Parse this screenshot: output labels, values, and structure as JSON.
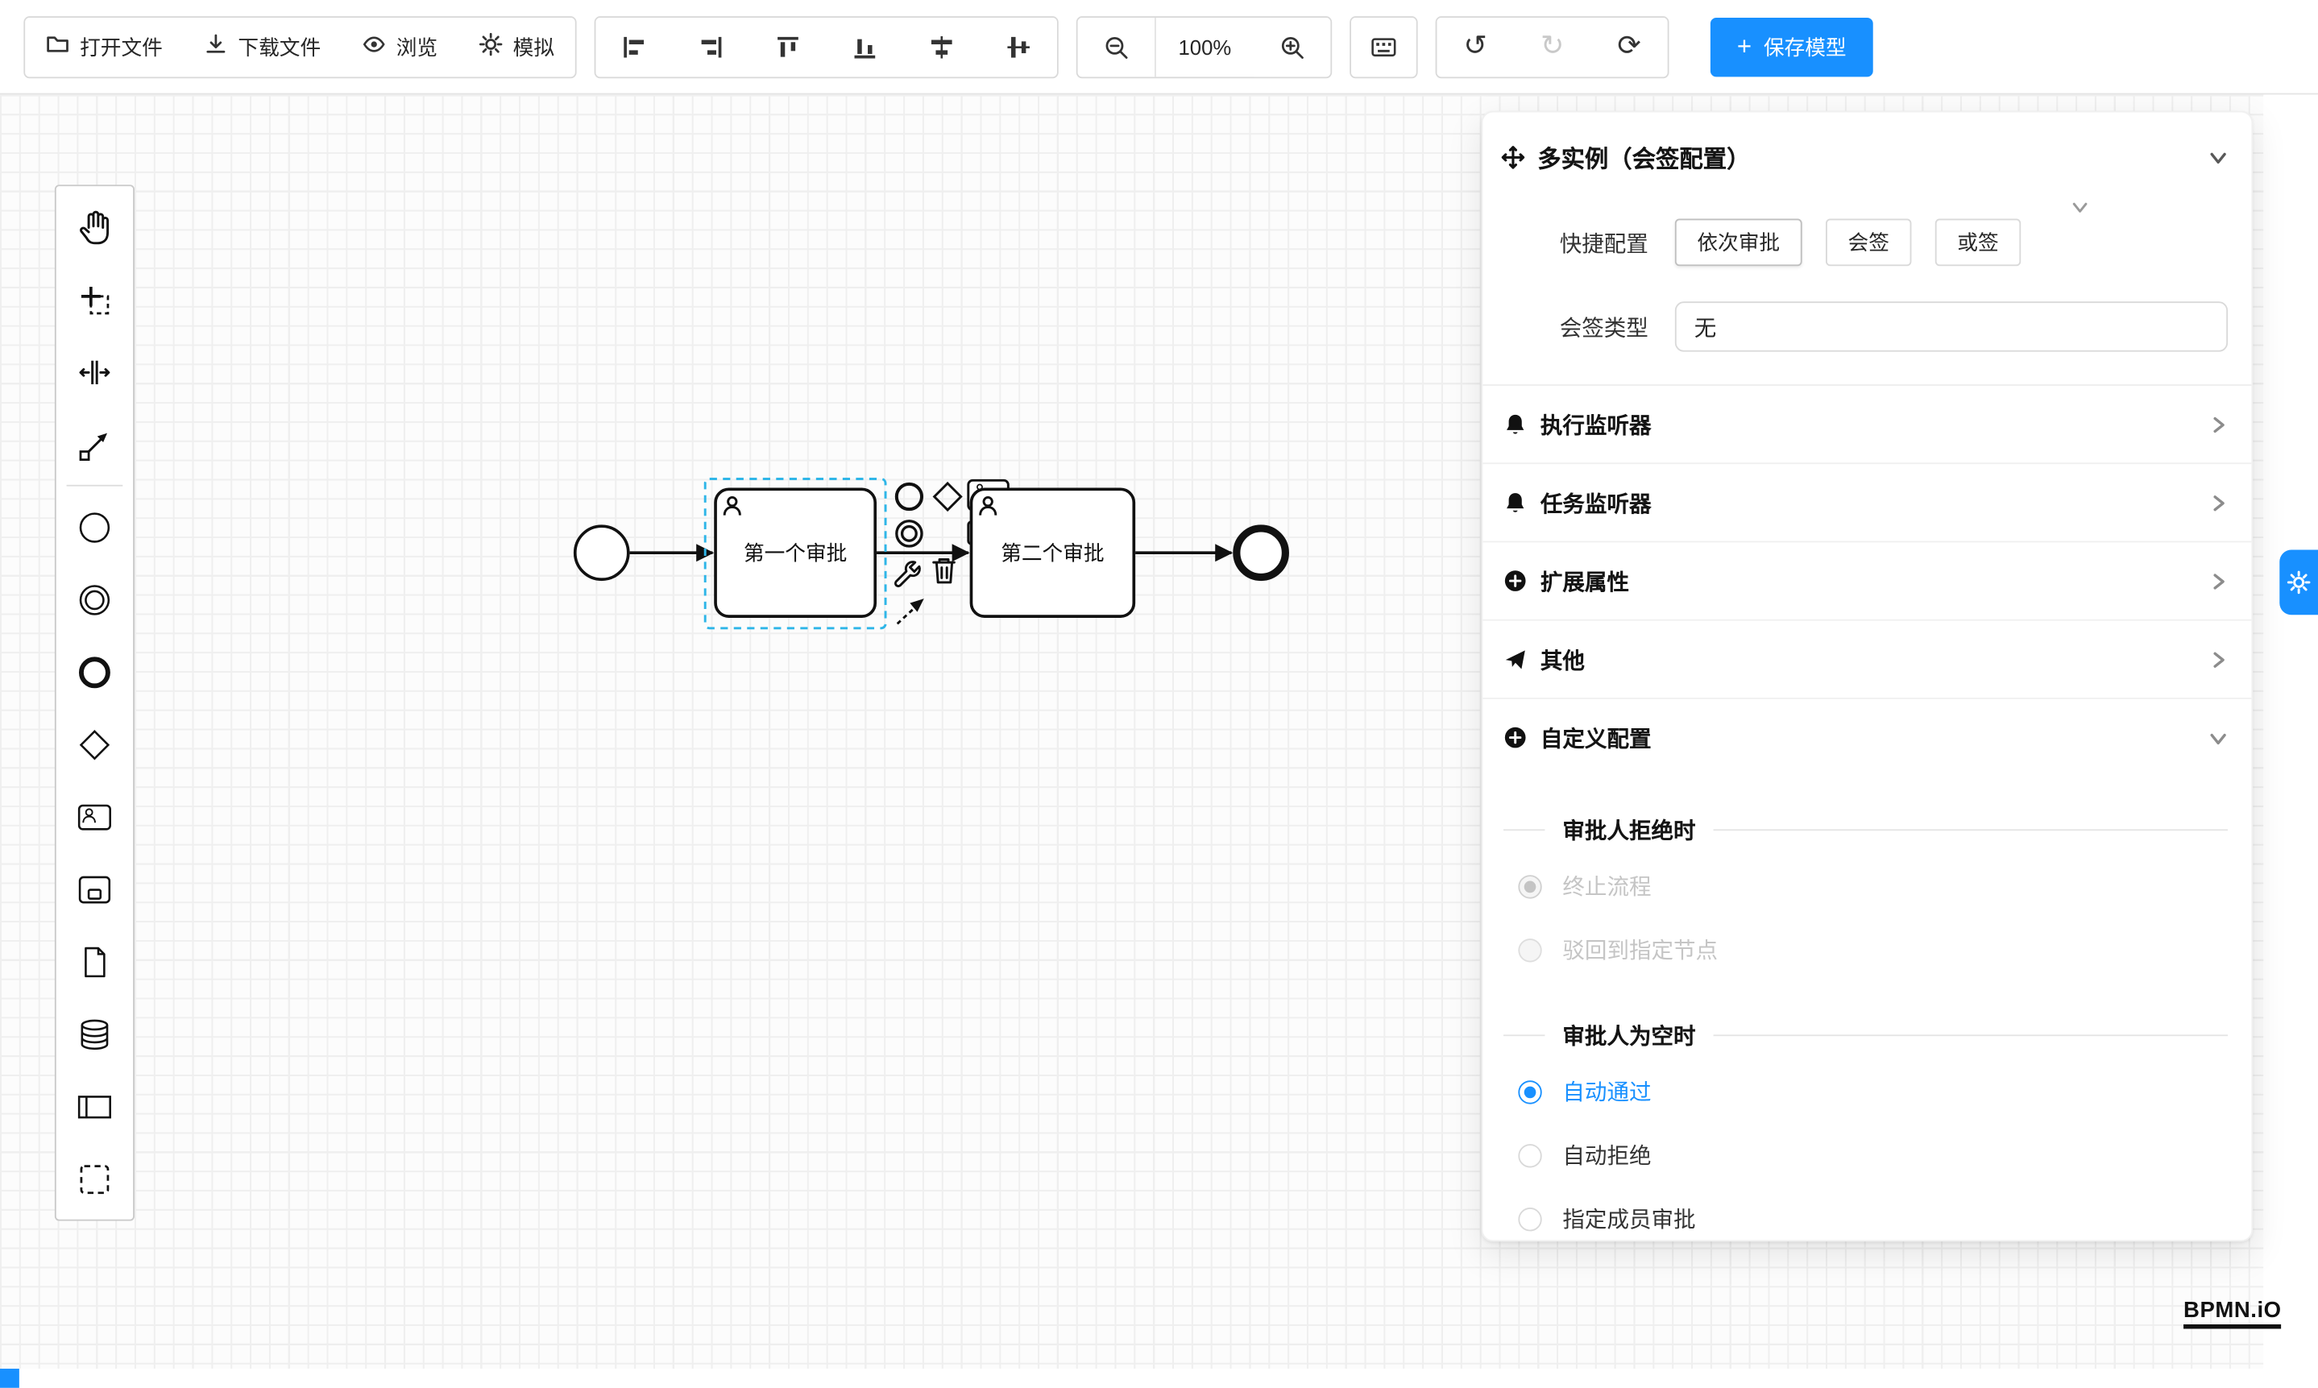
{
  "colors": {
    "primary": "#1890ff",
    "selection_outline": "#2fb6e8"
  },
  "toolbar": {
    "file_buttons": [
      {
        "icon": "folder-open-icon",
        "label": "打开文件"
      },
      {
        "icon": "download-icon",
        "label": "下载文件"
      },
      {
        "icon": "eye-icon",
        "label": "浏览"
      },
      {
        "icon": "gear-icon",
        "label": "模拟"
      }
    ],
    "align_buttons": [
      {
        "icon": "align-left-icon"
      },
      {
        "icon": "align-right-icon"
      },
      {
        "icon": "align-top-icon"
      },
      {
        "icon": "align-bottom-icon"
      },
      {
        "icon": "align-center-horizontal-icon"
      },
      {
        "icon": "align-center-vertical-icon"
      }
    ],
    "zoom": {
      "out_icon": "zoom-out-icon",
      "level": "100%",
      "in_icon": "zoom-in-icon",
      "fit_icon": "fit-canvas-icon"
    },
    "history": [
      {
        "icon": "undo-icon",
        "glyph": "↺"
      },
      {
        "icon": "redo-icon",
        "glyph": "↻"
      },
      {
        "icon": "reset-icon",
        "glyph": "⟳"
      }
    ],
    "save_plus": "+",
    "save_label": "保存模型"
  },
  "palette": {
    "items": [
      "hand-tool",
      "lasso-tool",
      "space-tool",
      "global-connect-tool",
      "create-start-event",
      "create-intermediate-event",
      "create-end-event",
      "create-gateway",
      "create-user-task",
      "create-subprocess",
      "create-data-object",
      "create-data-store",
      "create-participant",
      "create-group"
    ]
  },
  "canvas": {
    "tasks": [
      {
        "label": "第一个审批"
      },
      {
        "label": "第二个审批"
      }
    ],
    "context_pad": [
      "append-end-event",
      "append-gateway",
      "append-user-task",
      "append-intermediate-event",
      "append-subprocess",
      "wrench-icon",
      "trash-icon",
      "connect-arrow-icon"
    ]
  },
  "panel": {
    "title": "多实例（会签配置）",
    "quick_label": "快捷配置",
    "quick_options": [
      {
        "label": "依次审批"
      },
      {
        "label": "会签"
      },
      {
        "label": "或签"
      }
    ],
    "sign_type_label": "会签类型",
    "sign_type_value": "无",
    "sections": [
      {
        "label": "执行监听器",
        "icon": "bell-icon"
      },
      {
        "label": "任务监听器",
        "icon": "bell-icon"
      },
      {
        "label": "扩展属性",
        "icon": "plus-circle-icon"
      },
      {
        "label": "其他",
        "icon": "send-icon"
      },
      {
        "label": "自定义配置",
        "icon": "plus-circle-icon"
      }
    ],
    "custom": {
      "reject_header": "审批人拒绝时",
      "reject_options": [
        {
          "label": "终止流程",
          "checked": true,
          "disabled": true
        },
        {
          "label": "驳回到指定节点",
          "checked": false,
          "disabled": true
        }
      ],
      "empty_header": "审批人为空时",
      "empty_options": [
        {
          "label": "自动通过",
          "checked": true
        },
        {
          "label": "自动拒绝",
          "checked": false
        },
        {
          "label": "指定成员审批",
          "checked": false
        }
      ]
    }
  },
  "logo": {
    "text": "BPMN.iO"
  }
}
